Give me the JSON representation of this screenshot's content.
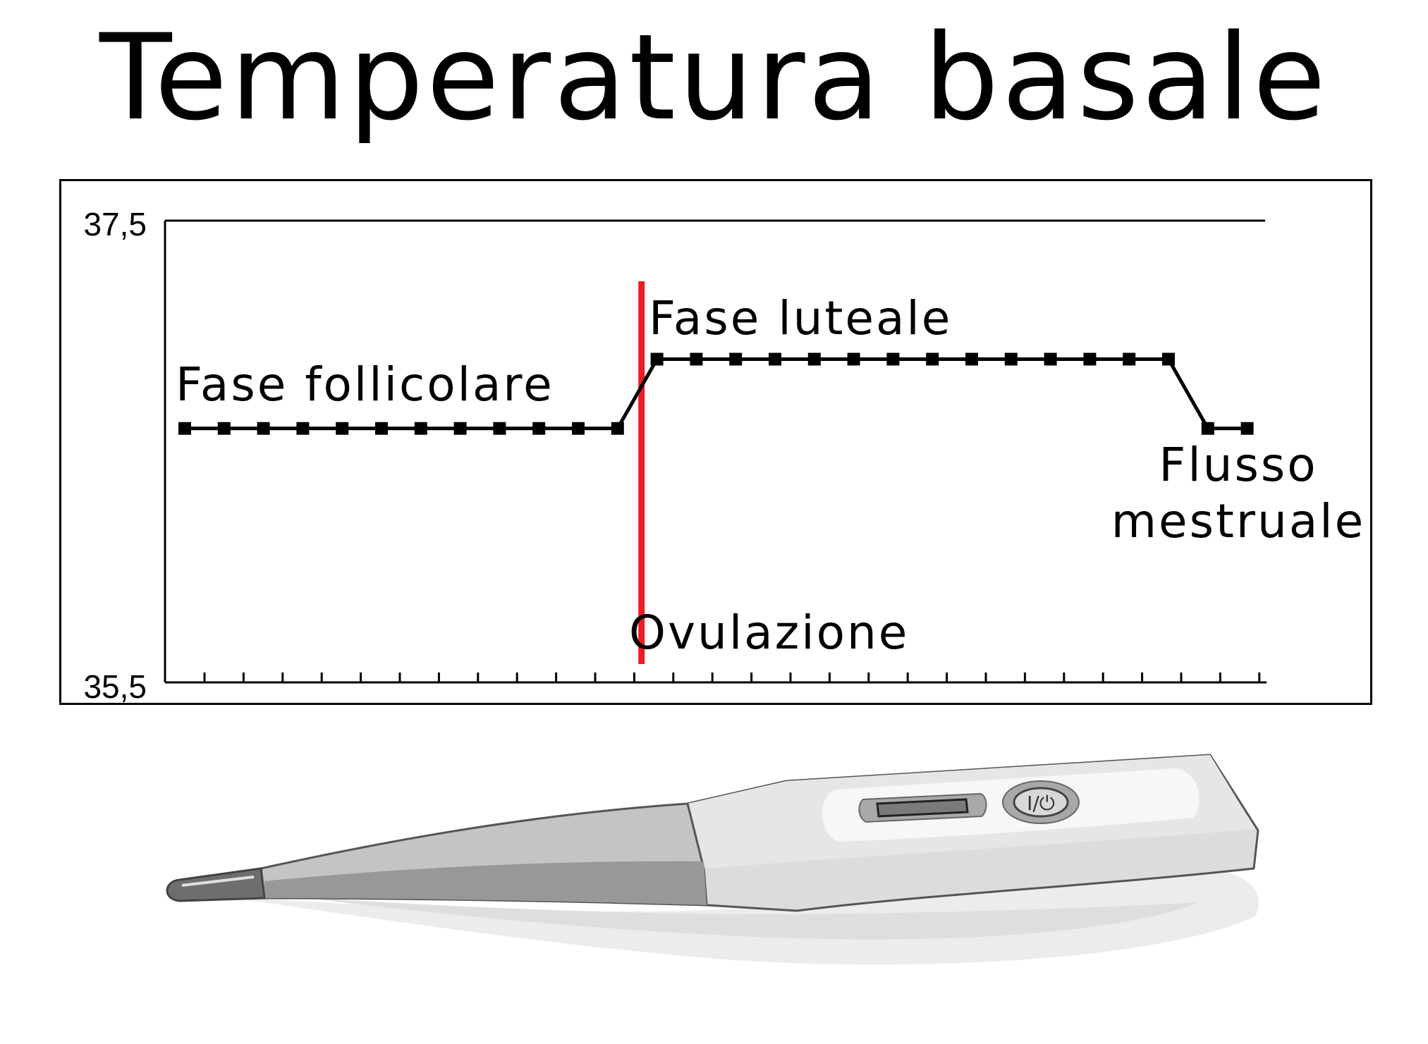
{
  "title": "Temperatura basale",
  "chart_data": {
    "type": "line",
    "title": "Temperatura basale",
    "xlabel": "",
    "ylabel": "",
    "ylim": [
      35.5,
      37.5
    ],
    "y_tick_labels": [
      "35,5",
      "37,5"
    ],
    "x_tick_count": 28,
    "series": [
      {
        "values": [
          36.6,
          36.6,
          36.6,
          36.6,
          36.6,
          36.6,
          36.6,
          36.6,
          36.6,
          36.6,
          36.6,
          36.6,
          36.9,
          36.9,
          36.9,
          36.9,
          36.9,
          36.9,
          36.9,
          36.9,
          36.9,
          36.9,
          36.9,
          36.9,
          36.9,
          36.9,
          36.6,
          36.6
        ]
      }
    ],
    "ovulation_line": {
      "x": 12.5,
      "label": "Ovulazione"
    },
    "annotations": [
      {
        "id": "follicular",
        "text": "Fase follicolare"
      },
      {
        "id": "luteal",
        "text": "Fase luteale"
      },
      {
        "id": "menstrual-1",
        "text": "Flusso"
      },
      {
        "id": "menstrual-2",
        "text": "mestruale"
      }
    ],
    "grid": false,
    "colors": {
      "line": "#000000",
      "ovulation": "#ec1c24"
    }
  }
}
